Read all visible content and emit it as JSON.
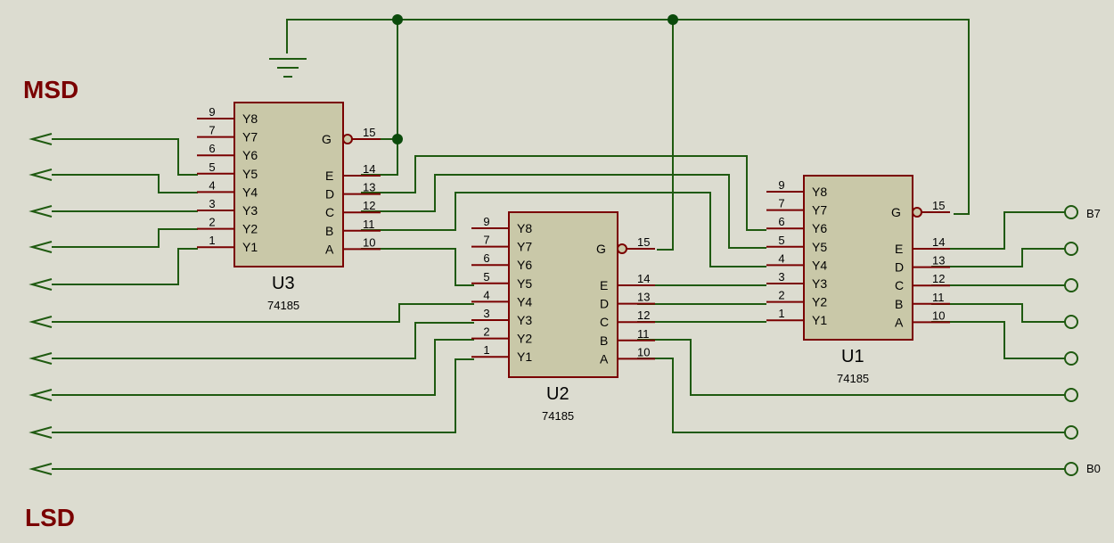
{
  "labels": {
    "msd": "MSD",
    "lsd": "LSD",
    "input_first": "B7",
    "input_last": "B0"
  },
  "colors": {
    "background": "#dcdcd0",
    "wire": "#1f5a10",
    "junction": "#0b4a0b",
    "chip_fill": "#c9c8a8",
    "chip_border": "#7a0000",
    "pin": "#7a0000",
    "msd_lsd_text": "#7a0000"
  },
  "chips": [
    {
      "ref": "U3",
      "part": "74185",
      "left_pins": [
        {
          "num": "9",
          "name": "Y8"
        },
        {
          "num": "7",
          "name": "Y7"
        },
        {
          "num": "6",
          "name": "Y6"
        },
        {
          "num": "5",
          "name": "Y5"
        },
        {
          "num": "4",
          "name": "Y4"
        },
        {
          "num": "3",
          "name": "Y3"
        },
        {
          "num": "2",
          "name": "Y2"
        },
        {
          "num": "1",
          "name": "Y1"
        }
      ],
      "g_pin": {
        "num": "15",
        "name": "G"
      },
      "right_pins": [
        {
          "num": "14",
          "name": "E"
        },
        {
          "num": "13",
          "name": "D"
        },
        {
          "num": "12",
          "name": "C"
        },
        {
          "num": "11",
          "name": "B"
        },
        {
          "num": "10",
          "name": "A"
        }
      ]
    },
    {
      "ref": "U2",
      "part": "74185",
      "left_pins": [
        {
          "num": "9",
          "name": "Y8"
        },
        {
          "num": "7",
          "name": "Y7"
        },
        {
          "num": "6",
          "name": "Y6"
        },
        {
          "num": "5",
          "name": "Y5"
        },
        {
          "num": "4",
          "name": "Y4"
        },
        {
          "num": "3",
          "name": "Y3"
        },
        {
          "num": "2",
          "name": "Y2"
        },
        {
          "num": "1",
          "name": "Y1"
        }
      ],
      "g_pin": {
        "num": "15",
        "name": "G"
      },
      "right_pins": [
        {
          "num": "14",
          "name": "E"
        },
        {
          "num": "13",
          "name": "D"
        },
        {
          "num": "12",
          "name": "C"
        },
        {
          "num": "11",
          "name": "B"
        },
        {
          "num": "10",
          "name": "A"
        }
      ]
    },
    {
      "ref": "U1",
      "part": "74185",
      "left_pins": [
        {
          "num": "9",
          "name": "Y8"
        },
        {
          "num": "7",
          "name": "Y7"
        },
        {
          "num": "6",
          "name": "Y6"
        },
        {
          "num": "5",
          "name": "Y5"
        },
        {
          "num": "4",
          "name": "Y4"
        },
        {
          "num": "3",
          "name": "Y3"
        },
        {
          "num": "2",
          "name": "Y2"
        },
        {
          "num": "1",
          "name": "Y1"
        }
      ],
      "g_pin": {
        "num": "15",
        "name": "G"
      },
      "right_pins": [
        {
          "num": "14",
          "name": "E"
        },
        {
          "num": "13",
          "name": "D"
        },
        {
          "num": "12",
          "name": "C"
        },
        {
          "num": "11",
          "name": "B"
        },
        {
          "num": "10",
          "name": "A"
        }
      ]
    }
  ]
}
